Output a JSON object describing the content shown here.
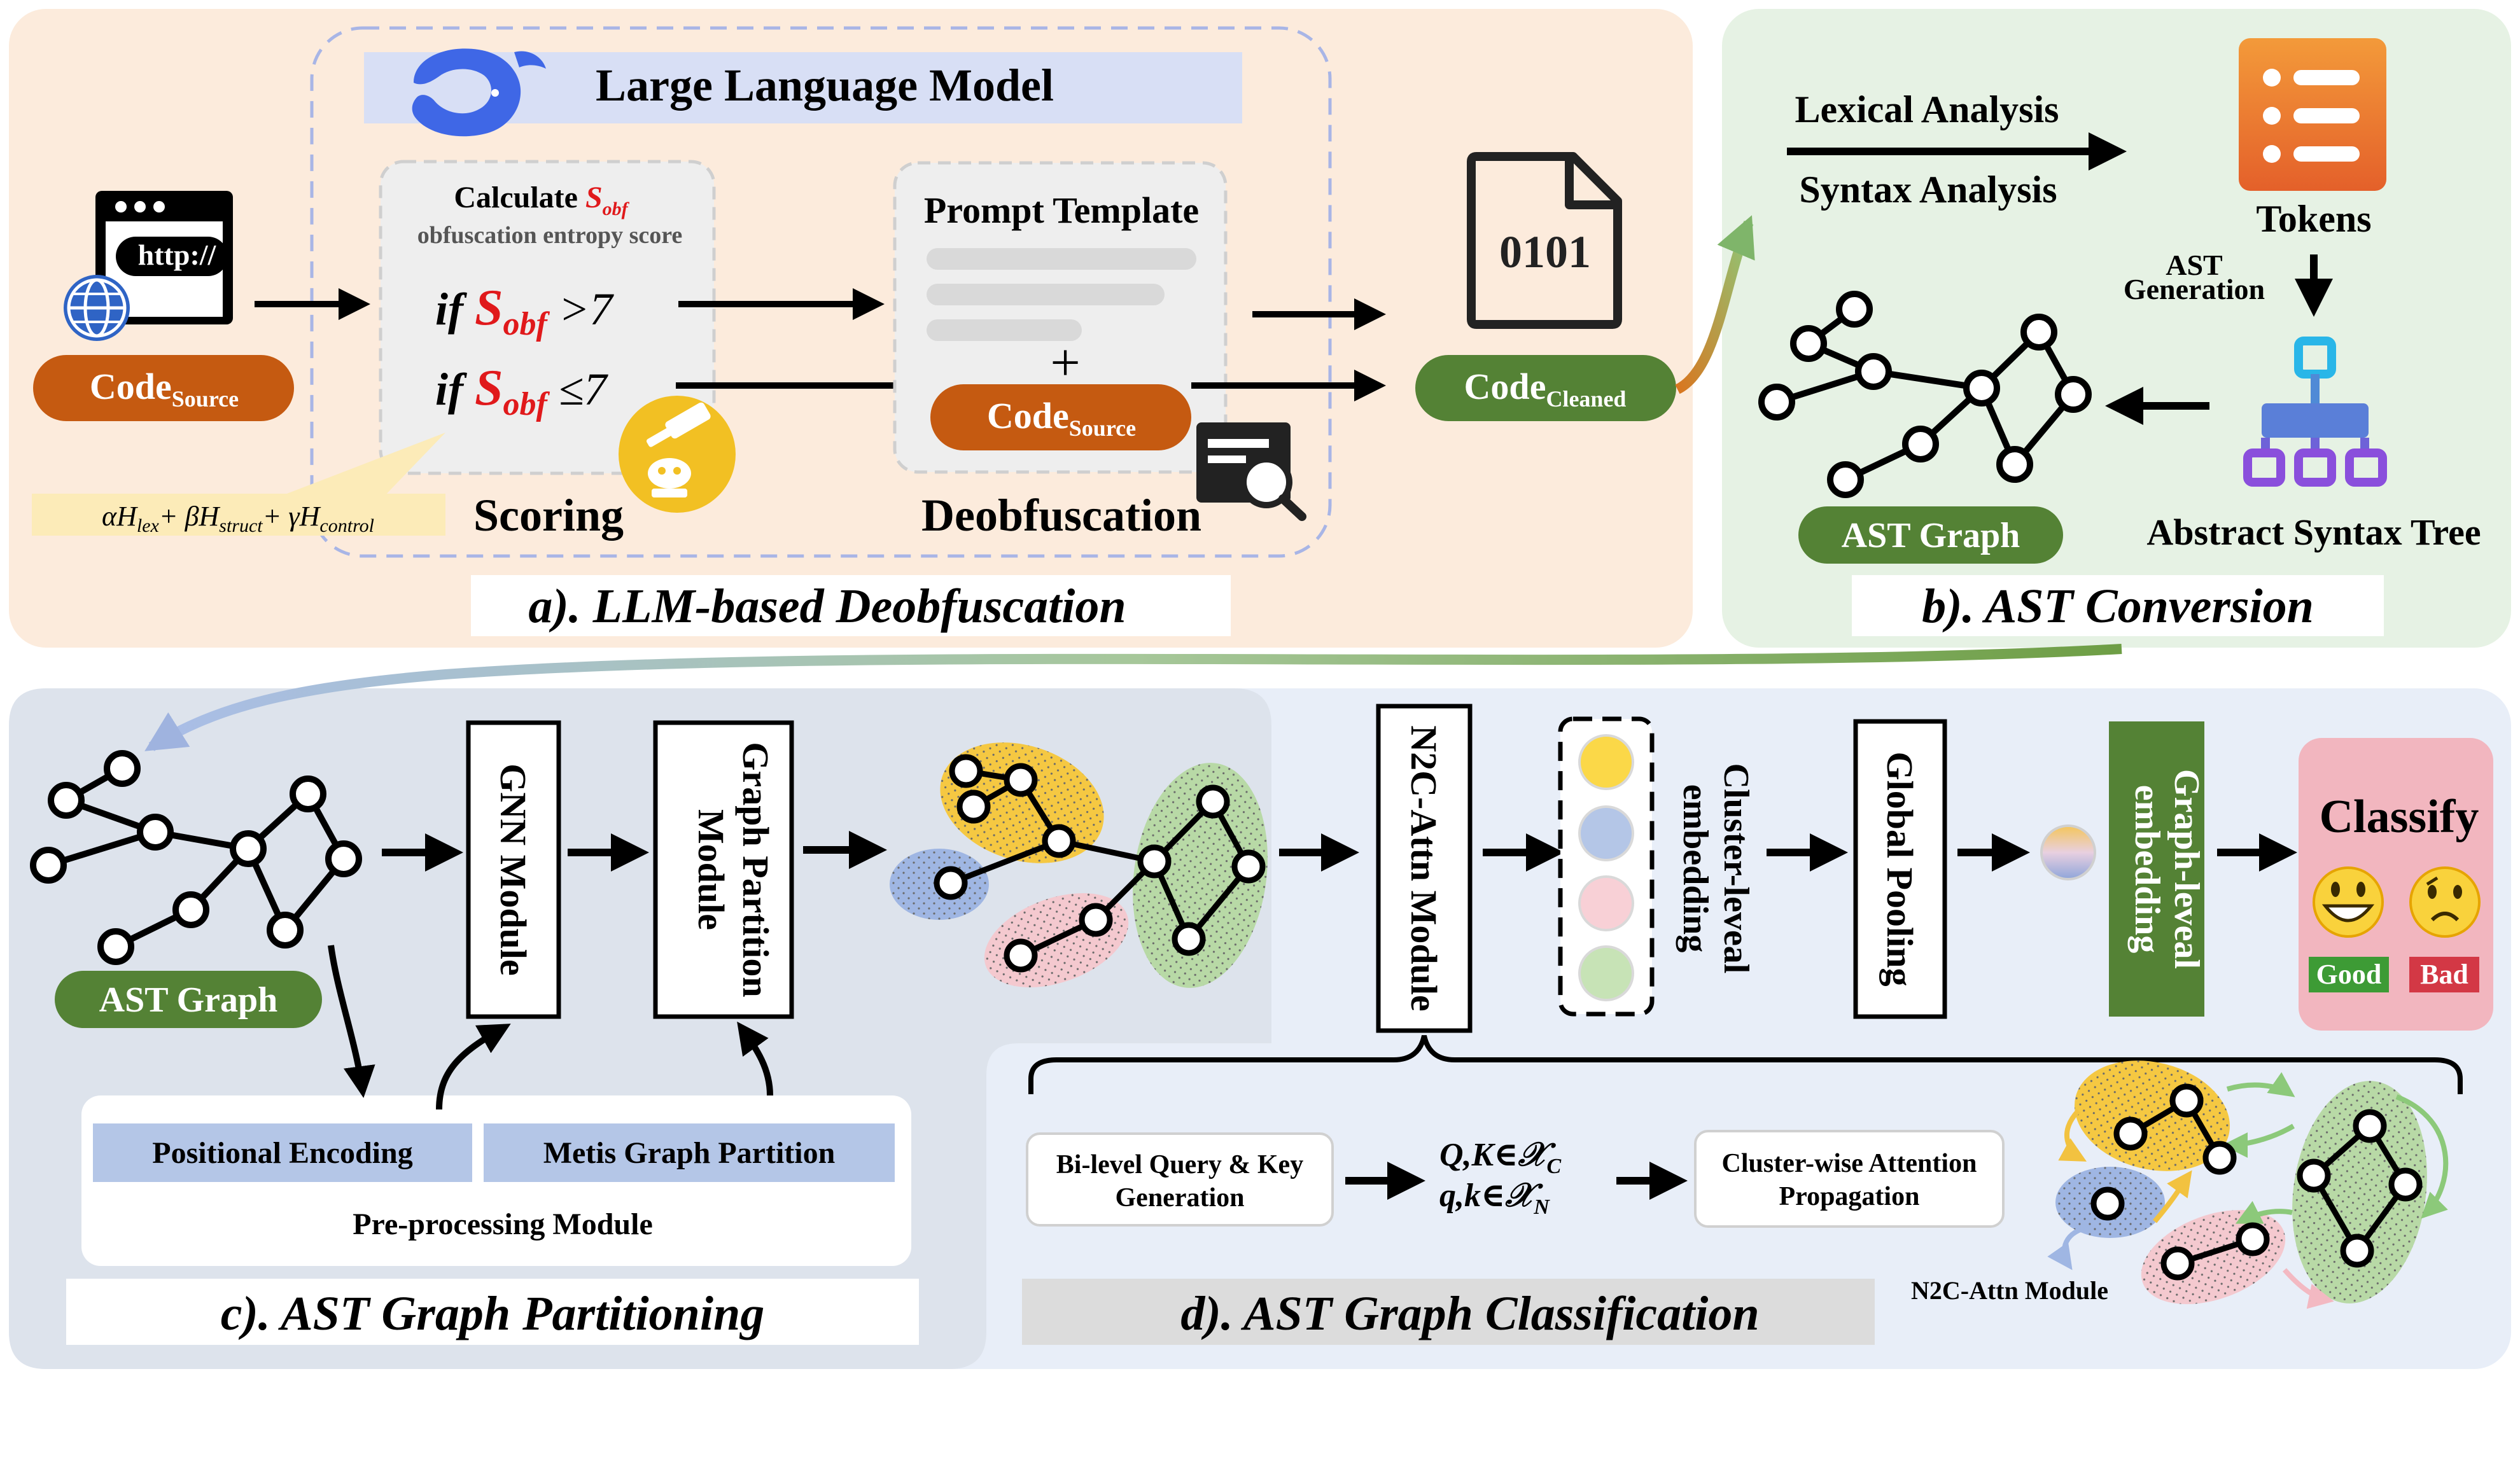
{
  "colors": {
    "panel_a_bg": "#fcebdc",
    "panel_b_bg": "#e6f2e4",
    "panel_c_bg": "#dde3ec",
    "panel_d_bg": "#e8eef8",
    "code_source_orange": "#c55a11",
    "code_cleaned_green": "#548235",
    "ast_graph_green": "#548235",
    "formula_red": "#e0191b",
    "llm_bar": "#d8dff5",
    "pre_bar": "#b4c6e7",
    "classify_pink": "#f2b6bf",
    "good_green": "#3d9b35",
    "bad_red": "#d33845",
    "cluster_yellow": "#f5c842",
    "cluster_blue": "#9fb6e3",
    "cluster_pink": "#f4c9cf",
    "cluster_green": "#b8d9a6"
  },
  "panel_a": {
    "title": "a). LLM-based Deobfuscation",
    "llm_header": "Large Language Model",
    "code_source_main": "Code",
    "code_source_sub": "Source",
    "url_text": "http://",
    "calc_line1_prefix": "Calculate ",
    "s_main": "S",
    "s_sub": "obf",
    "calc_line2": "obfuscation entropy  score",
    "cond1_if": "if ",
    "cond1_rel": " >7",
    "cond2_if": "if ",
    "cond2_rel": " ≤7",
    "formula_text": "αH",
    "formula_parts": [
      "αH",
      "lex",
      "+ βH",
      "struct",
      "+ γH",
      "control"
    ],
    "scoring_label": "Scoring",
    "prompt_template": "Prompt Template",
    "plus": "+",
    "deobfuscation_label": "Deobfuscation",
    "binary_text": "0101",
    "code_cleaned_main": "Code",
    "code_cleaned_sub": "Cleaned"
  },
  "panel_b": {
    "title": "b). AST Conversion",
    "lexical": "Lexical Analysis",
    "syntax": "Syntax Analysis",
    "tokens": "Tokens",
    "ast_gen_line1": "AST",
    "ast_gen_line2": "Generation",
    "ast_graph": "AST Graph",
    "abstract_syntax_tree": "Abstract Syntax Tree"
  },
  "panel_c": {
    "title": "c). AST Graph Partitioning",
    "ast_graph": "AST Graph",
    "gnn_module": "GNN Module",
    "graph_partition_line1": "Graph Partition",
    "graph_partition_line2": "Module",
    "positional_encoding": "Positional Encoding",
    "metis": "Metis Graph Partition",
    "preprocessing": "Pre-processing Module"
  },
  "panel_d": {
    "title": "d). AST Graph Classification",
    "n2c_module": "N2C-Attn Module",
    "cluster_line1": "Cluster-leveal",
    "cluster_line2": "embedding",
    "global_pooling": "Global Pooling",
    "graph_line1": "Graph-leveal",
    "graph_line2": "embedding",
    "classify": "Classify",
    "good": "Good",
    "bad": "Bad",
    "bilevel_line1": "Bi-level Query & Key",
    "bilevel_line2": "Generation",
    "qk_upper": "Q,K∈",
    "qk_upper_set": "𝒳",
    "qk_upper_sub": "C",
    "qk_lower": "q,k∈",
    "qk_lower_set": "𝒳",
    "qk_lower_sub": "N",
    "cluster_attn_line1": "Cluster-wise Attention",
    "cluster_attn_line2": "Propagation",
    "n2c_caption": "N2C-Attn Module"
  }
}
